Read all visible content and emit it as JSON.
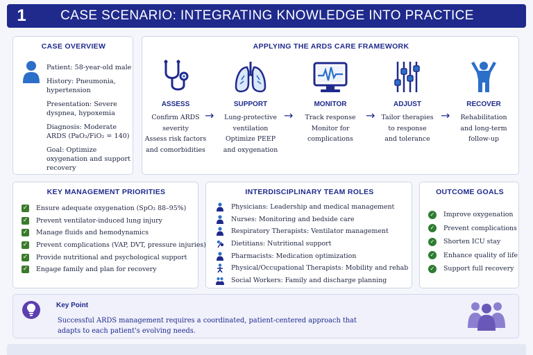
{
  "header": {
    "number": "1",
    "title": "CASE SCENARIO: INTEGRATING KNOWLEDGE INTO PRACTICE"
  },
  "case_overview": {
    "title": "CASE OVERVIEW",
    "patient": "Patient: 58-year-old male",
    "history": "History: Pneumonia, hypertension",
    "presentation": "Presentation: Severe dyspnea, hypoxemia",
    "diagnosis": "Diagnosis: Moderate ARDS (PaO₂/FiO₂ = 140)",
    "goal": "Goal: Optimize oxygenation and support recovery"
  },
  "framework": {
    "title": "APPLYING THE ARDS CARE FRAMEWORK",
    "steps": [
      {
        "icon": "stethoscope-icon",
        "label": "ASSESS",
        "lines": [
          "Confirm ARDS",
          "severity",
          "Assess risk factors",
          "and comorbidities"
        ]
      },
      {
        "icon": "lungs-icon",
        "label": "SUPPORT",
        "lines": [
          "Lung-protective",
          "ventilation",
          "Optimize PEEP",
          "and oxygenation"
        ]
      },
      {
        "icon": "monitor-icon",
        "label": "MONITOR",
        "lines": [
          "Track response",
          "Monitor for",
          "complications"
        ]
      },
      {
        "icon": "sliders-icon",
        "label": "ADJUST",
        "lines": [
          "Tailor therapies",
          "to response",
          "and tolerance"
        ]
      },
      {
        "icon": "recover-person-icon",
        "label": "RECOVER",
        "lines": [
          "Rehabilitation",
          "and long-term",
          "follow-up"
        ]
      }
    ],
    "arrow_glyph": "→"
  },
  "priorities": {
    "title": "KEY MANAGEMENT PRIORITIES",
    "items": [
      "Ensure adequate oxygenation (SpO₂ 88–95%)",
      "Prevent ventilator-induced lung injury",
      "Manage fluids and hemodynamics",
      "Prevent complications (VAP, DVT, pressure injuries)",
      "Provide nutritional and psychological support",
      "Engage family and plan for recovery"
    ]
  },
  "team": {
    "title": "INTERDISCIPLINARY TEAM ROLES",
    "items": [
      "Physicians: Leadership and medical management",
      "Nurses: Monitoring and bedside care",
      "Respiratory Therapists: Ventilator management",
      "Dietitians: Nutritional support",
      "Pharmacists: Medication optimization",
      "Physical/Occupational Therapists: Mobility and rehab",
      "Social Workers: Family and discharge planning"
    ]
  },
  "outcomes": {
    "title": "OUTCOME GOALS",
    "items": [
      "Improve oxygenation",
      "Prevent complications",
      "Shorten ICU stay",
      "Enhance quality of life",
      "Support full recovery"
    ]
  },
  "key_point": {
    "title": "Key Point",
    "text": "Successful ARDS management requires a coordinated, patient-centered approach that adapts to each patient's evolving needs."
  },
  "colors": {
    "brand_navy": "#1f2a8c",
    "accent_blue": "#2c6fc9",
    "check_green": "#3a7a2c",
    "purple": "#7c6bc4"
  }
}
